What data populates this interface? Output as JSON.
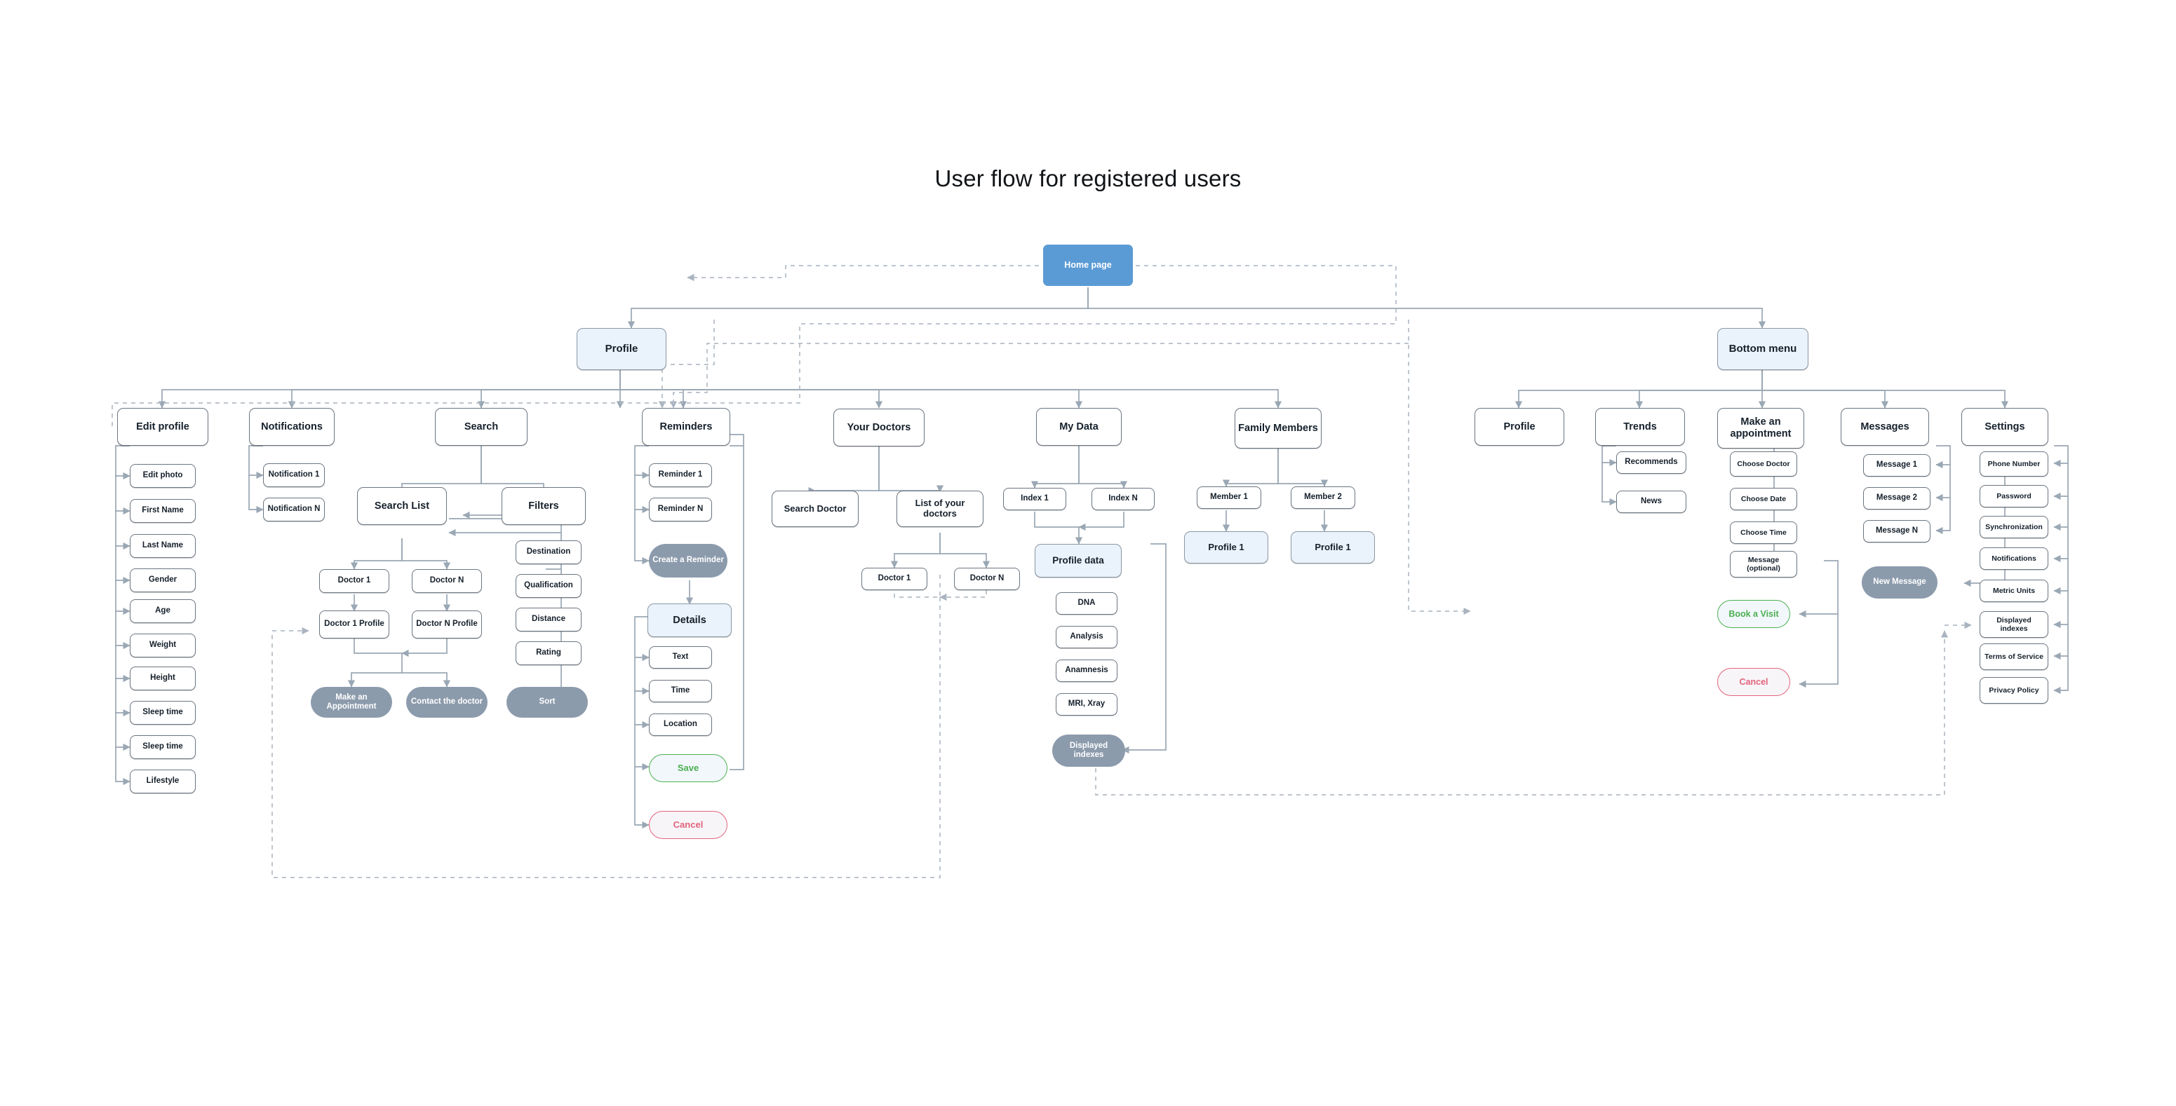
{
  "page": {
    "title": "User flow for registered users"
  },
  "root": {
    "home_label": "Home page"
  },
  "branches": {
    "profile_label": "Profile",
    "bottom_menu_label": "Bottom menu"
  },
  "profile_section": {
    "edit_profile": {
      "label": "Edit profile",
      "items": [
        "Edit photo",
        "First Name",
        "Last Name",
        "Gender",
        "Age",
        "Weight",
        "Height",
        "Sleep time",
        "Sleep time",
        "Lifestyle"
      ]
    },
    "notifications": {
      "label": "Notifications",
      "items": [
        "Notification 1",
        "Notification N"
      ]
    },
    "search": {
      "label": "Search",
      "search_list": {
        "label": "Search List",
        "doctors": [
          "Doctor 1",
          "Doctor N"
        ],
        "profiles": [
          "Doctor 1 Profile",
          "Doctor N Profile"
        ],
        "actions": [
          "Make an Appointment",
          "Contact the doctor"
        ]
      },
      "filters": {
        "label": "Filters",
        "items": [
          "Destination",
          "Qualification",
          "Distance",
          "Rating"
        ],
        "sort_label": "Sort"
      }
    },
    "reminders": {
      "label": "Reminders",
      "items": [
        "Reminder 1",
        "Reminder N"
      ],
      "create_label": "Create a Reminder",
      "details_label": "Details",
      "detail_items": [
        "Text",
        "Time",
        "Location"
      ],
      "save_label": "Save",
      "cancel_label": "Cancel"
    },
    "your_doctors": {
      "label": "Your Doctors",
      "search_doctor_label": "Search Doctor",
      "list_label": "List of your doctors",
      "doctors": [
        "Doctor 1",
        "Doctor N"
      ]
    },
    "my_data": {
      "label": "My Data",
      "indexes": [
        "Index 1",
        "Index N"
      ],
      "profile_data_label": "Profile data",
      "items": [
        "DNA",
        "Analysis",
        "Anamnesis",
        "MRI, Xray"
      ],
      "displayed_label": "Displayed indexes"
    },
    "family_members": {
      "label": "Family Members",
      "members": [
        "Member 1",
        "Member 2"
      ],
      "profiles": [
        "Profile 1",
        "Profile 1"
      ]
    }
  },
  "bottom_menu_section": {
    "profile": {
      "label": "Profile"
    },
    "trends": {
      "label": "Trends",
      "items": [
        "Recommends",
        "News"
      ]
    },
    "make_appointment": {
      "label": "Make an appointment",
      "items": [
        "Choose Doctor",
        "Choose Date",
        "Choose Time",
        "Message (optional)"
      ],
      "book_label": "Book a Visit",
      "cancel_label": "Cancel"
    },
    "messages": {
      "label": "Messages",
      "items": [
        "Message 1",
        "Message 2",
        "Message N"
      ],
      "new_label": "New Message"
    },
    "settings": {
      "label": "Settings",
      "items": [
        "Phone Number",
        "Password",
        "Synchronization",
        "Notifications",
        "Metric Units",
        "Displayed indexes",
        "Terms of Service",
        "Privacy Policy"
      ]
    }
  },
  "colors": {
    "accent": "#5b9bd5",
    "node_border": "#6b7580",
    "pill": "#8c9bac",
    "save": "#4caf50",
    "cancel": "#e2647c",
    "panel_blue": "#eaf2fb",
    "edge": "#9aa7b4"
  }
}
